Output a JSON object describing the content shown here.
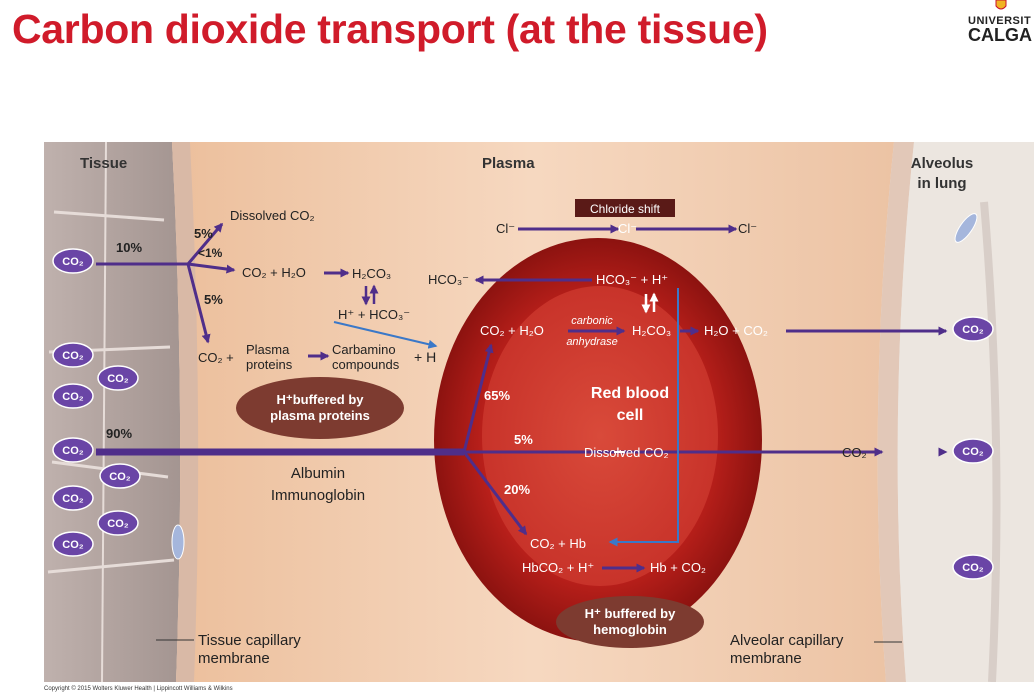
{
  "title": "Carbon dioxide transport (at the tissue)",
  "logo": {
    "line1": "UNIVERSIT",
    "line2": "CALGA"
  },
  "copyright": "Copyright © 2015 Wolters Kluwer Health | Lippincott Williams & Wilkins",
  "regions": {
    "tissue": "Tissue",
    "plasma": "Plasma",
    "alveolus_1": "Alveolus",
    "alveolus_2": "in lung"
  },
  "co2": "CO₂",
  "percents": {
    "p10": "10%",
    "p5a": "5%",
    "p1": "<1%",
    "p5b": "5%",
    "p90": "90%",
    "p65": "65%",
    "p5c": "5%",
    "p20": "20%"
  },
  "tissue_side": {
    "dissolved": "Dissolved CO₂",
    "co2_h2o": "CO₂ + H₂O",
    "h2co3": "H₂CO₃",
    "h_hco3": "H⁺ + HCO₃⁻",
    "co2_plus": "CO₂ +",
    "plasma_proteins_1": "Plasma",
    "plasma_proteins_2": "proteins",
    "carbamino_1": "Carbamino",
    "carbamino_2": "compounds",
    "plus_h": "+ H",
    "buffer_1": "H⁺buffered by",
    "buffer_2": "plasma proteins",
    "albumin": "Albumin",
    "immunoglobin": "Immunoglobin"
  },
  "rbc": {
    "chloride_shift": "Chloride shift",
    "cl": "Cl⁻",
    "hco3_out": "HCO₃⁻",
    "hco3_h": "HCO₃⁻ + H⁺",
    "co2_h2o": "CO₂ + H₂O",
    "carbonic": "carbonic",
    "anhydrase": "anhydrase",
    "h2co3": "H₂CO₃",
    "h2o_co2": "H₂O + CO₂",
    "label_1": "Red blood",
    "label_2": "cell",
    "dissolved": "Dissolved CO₂",
    "co2_hb": "CO₂ + Hb",
    "hbco2_h": "HbCO₂ + H⁺",
    "hb_co2": "Hb + CO₂",
    "buffer_1": "H⁺ buffered by",
    "buffer_2": "hemoglobin"
  },
  "membranes": {
    "tissue_1": "Tissue capillary",
    "tissue_2": "membrane",
    "alveolar_1": "Alveolar capillary",
    "alveolar_2": "membrane"
  },
  "colors": {
    "title": "#d01b2a",
    "arrow": "#4f2e8a",
    "blue_arrow": "#3a78c8",
    "bubble": "#6a45a6",
    "rbc": "#c43129",
    "oval": "#7d3b30"
  }
}
